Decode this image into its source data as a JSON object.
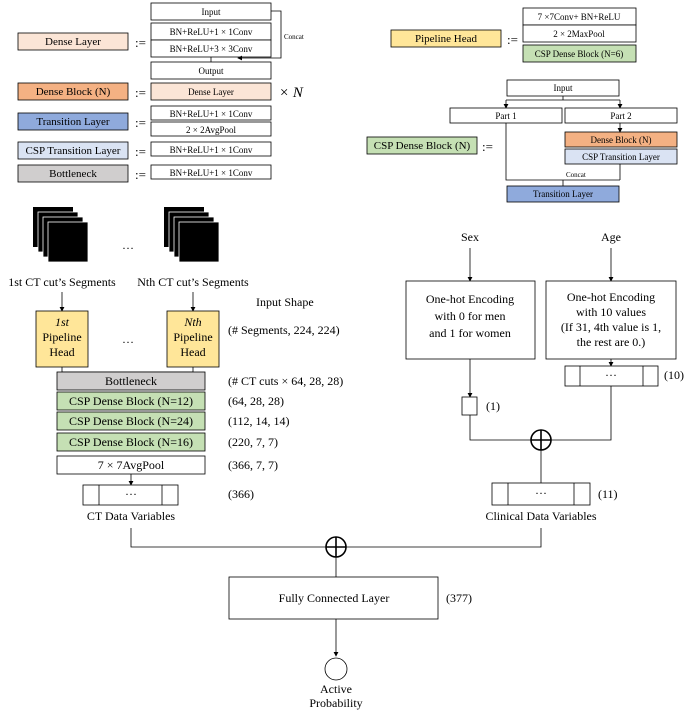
{
  "legend": {
    "dense_layer": "Dense Layer",
    "dense_block": "Dense Block (N)",
    "transition_layer": "Transition Layer",
    "csp_transition_layer": "CSP Transition Layer",
    "bottleneck": "Bottleneck",
    "def_symbol": ":=",
    "times_n": "× N",
    "dense_layer_def": {
      "input": "Input",
      "conv1": "BN+ReLU+1 × 1Conv",
      "conv3": "BN+ReLU+3 × 3Conv",
      "output": "Output",
      "concat": "Concat"
    },
    "dense_block_def": "Dense Layer",
    "transition_def": {
      "conv": "BN+ReLU+1 × 1Conv",
      "pool": "2 × 2AvgPool"
    },
    "csp_transition_def": "BN+ReLU+1 × 1Conv",
    "bottleneck_def": "BN+ReLU+1 × 1Conv",
    "pipeline_head": "Pipeline Head",
    "pipeline_head_def": {
      "conv": "7 ×7Conv+ BN+ReLU",
      "pool": "2 × 2MaxPool",
      "csp": "CSP Dense Block (N=6)"
    },
    "csp_dense_block": "CSP Dense Block (N)",
    "csp_dense_def": {
      "input": "Input",
      "part1": "Part 1",
      "part2": "Part 2",
      "dense_block": "Dense Block (N)",
      "csp_transition": "CSP Transition Layer",
      "concat": "Concat",
      "transition": "Transition Layer"
    }
  },
  "ct_pipeline": {
    "segments_1": "1st CT cut’s Segments",
    "segments_n": "Nth CT cut’s Segments",
    "ellipsis": "…",
    "input_shape_title": "Input Shape",
    "head_1": [
      "1st",
      "Pipeline",
      "Head"
    ],
    "head_n": [
      "Nth",
      "Pipeline",
      "Head"
    ],
    "layers": [
      {
        "label": "Bottleneck",
        "shape": "(# CT cuts × 64, 28, 28)"
      },
      {
        "label": "CSP Dense Block (N=12)",
        "shape": "(64, 28, 28)"
      },
      {
        "label": "CSP Dense Block (N=24)",
        "shape": "(112, 14, 14)"
      },
      {
        "label": "CSP Dense Block (N=16)",
        "shape": "(220, 7, 7)"
      },
      {
        "label": "7 × 7AvgPool",
        "shape": "(366, 7, 7)"
      }
    ],
    "head_shape": "(# Segments, 224, 224)",
    "vector_label": "CT Data Variables",
    "vector_shape": "(366)",
    "vector_dots": "···"
  },
  "clinical": {
    "sex": "Sex",
    "age": "Age",
    "sex_encoding": [
      "One-hot Encoding",
      "with 0 for men",
      "and 1 for women"
    ],
    "age_encoding": [
      "One-hot Encoding",
      "with 10 values",
      "(If 31, 4th value is 1,",
      "the rest are 0.)"
    ],
    "sex_shape": "(1)",
    "age_shape": "(10)",
    "vector_label": "Clinical Data Variables",
    "vector_shape": "(11)",
    "vector_dots": "···"
  },
  "output": {
    "fc_label": "Fully Connected Layer",
    "fc_shape": "(377)",
    "result": [
      "Active",
      "Probability"
    ]
  },
  "colors": {
    "dense_layer": "#fbe5d6",
    "dense_block": "#f4b183",
    "transition": "#8faadc",
    "csp_transition": "#dae3f3",
    "bottleneck": "#d0cece",
    "pipeline_head": "#ffe699",
    "csp_dense": "#c5e0b4"
  }
}
